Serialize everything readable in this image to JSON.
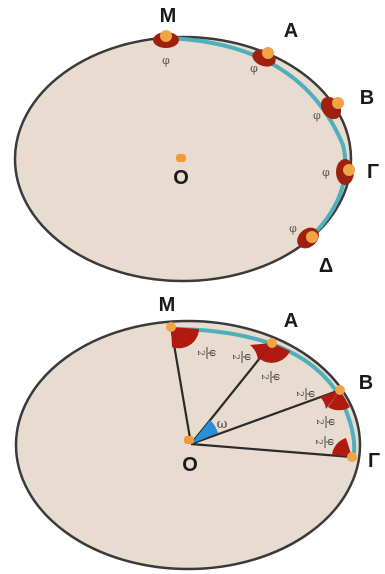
{
  "colors": {
    "background": "#000000",
    "panel": "#ffffff",
    "disk": "#e7dccf",
    "disk_edge": "#3a3a3a",
    "arc": "#4fb0bb",
    "marker_dark": "#a0200f",
    "marker_light": "#f0a446",
    "center_dot": "#f29a3a",
    "angle_blue": "#2a8fd6",
    "angle_red": "#b01a10",
    "radius_line": "#2a2a2a"
  },
  "top_panel": {
    "center_label": "O",
    "points": [
      {
        "label": "M",
        "marker_icon": "ball-marker"
      },
      {
        "label": "A",
        "marker_icon": "ball-marker"
      },
      {
        "label": "B",
        "marker_icon": "ball-marker"
      },
      {
        "label": "Γ",
        "marker_icon": "ball-marker"
      },
      {
        "label": "Δ",
        "marker_icon": "ball-marker"
      }
    ],
    "angle_symbol": "φ"
  },
  "bottom_panel": {
    "center_label": "O",
    "points": [
      {
        "label": "M"
      },
      {
        "label": "A"
      },
      {
        "label": "B"
      },
      {
        "label": "Γ"
      }
    ],
    "central_angle_label": "ω",
    "half_angle": {
      "numerator": "φ",
      "denominator": "2"
    }
  }
}
